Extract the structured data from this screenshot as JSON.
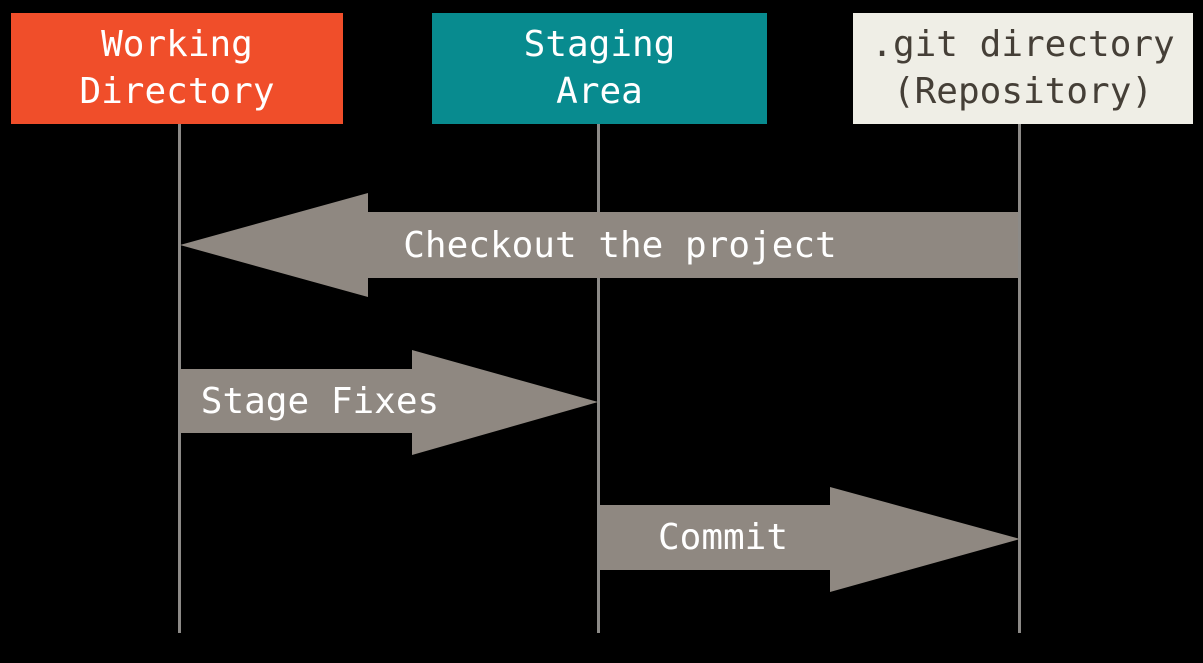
{
  "diagram": {
    "columns": [
      {
        "id": "working-directory",
        "label": "Working\nDirectory"
      },
      {
        "id": "staging-area",
        "label": "Staging\nArea"
      },
      {
        "id": "git-directory",
        "label": ".git directory\n(Repository)"
      }
    ],
    "arrows": [
      {
        "id": "checkout",
        "label": "Checkout the project",
        "from": "git-directory",
        "to": "working-directory",
        "direction": "left"
      },
      {
        "id": "stage-fixes",
        "label": "Stage Fixes",
        "from": "working-directory",
        "to": "staging-area",
        "direction": "right"
      },
      {
        "id": "commit",
        "label": "Commit",
        "from": "staging-area",
        "to": "git-directory",
        "direction": "right"
      }
    ],
    "colors": {
      "background": "#000000",
      "working_directory_box": "#f04e2a",
      "staging_area_box": "#088b8f",
      "git_directory_box": "#efeee6",
      "git_directory_text": "#453f37",
      "box_text": "#ffffff",
      "arrow": "#8f8881",
      "arrow_text": "#ffffff",
      "lifeline": "#8c8a87"
    }
  }
}
